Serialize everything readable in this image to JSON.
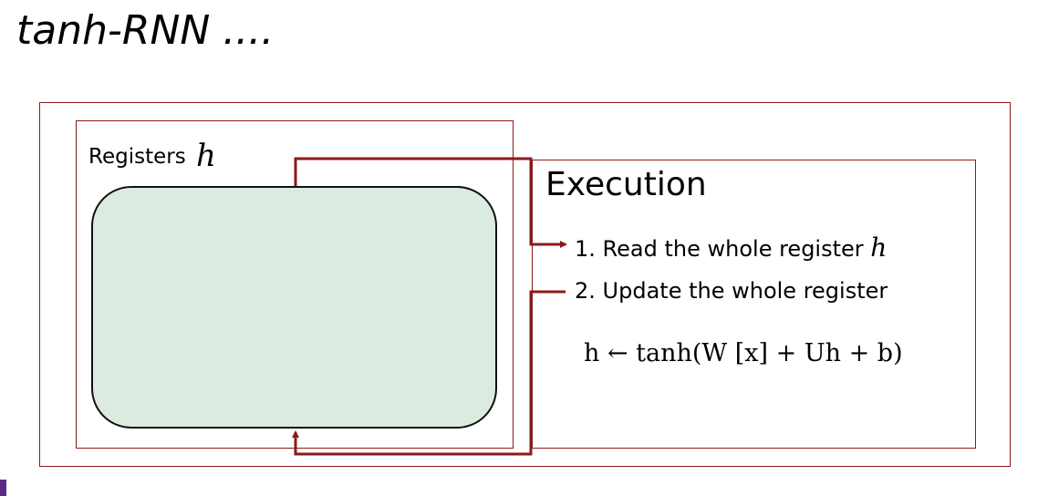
{
  "title": "tanh-RNN ....",
  "registers": {
    "label": "Registers",
    "variable": "h"
  },
  "execution": {
    "heading": "Execution",
    "steps": [
      {
        "number": "1.",
        "text": "Read the whole register",
        "variable": "h"
      },
      {
        "number": "2.",
        "text": "Update the whole register",
        "variable": ""
      }
    ],
    "formula": "h ← tanh(W [x] + Uh + b)"
  },
  "colors": {
    "frame": "#8b1a1a",
    "register_fill": "#dcebdf",
    "register_border": "#111111",
    "corner_accent": "#5b2a86"
  }
}
